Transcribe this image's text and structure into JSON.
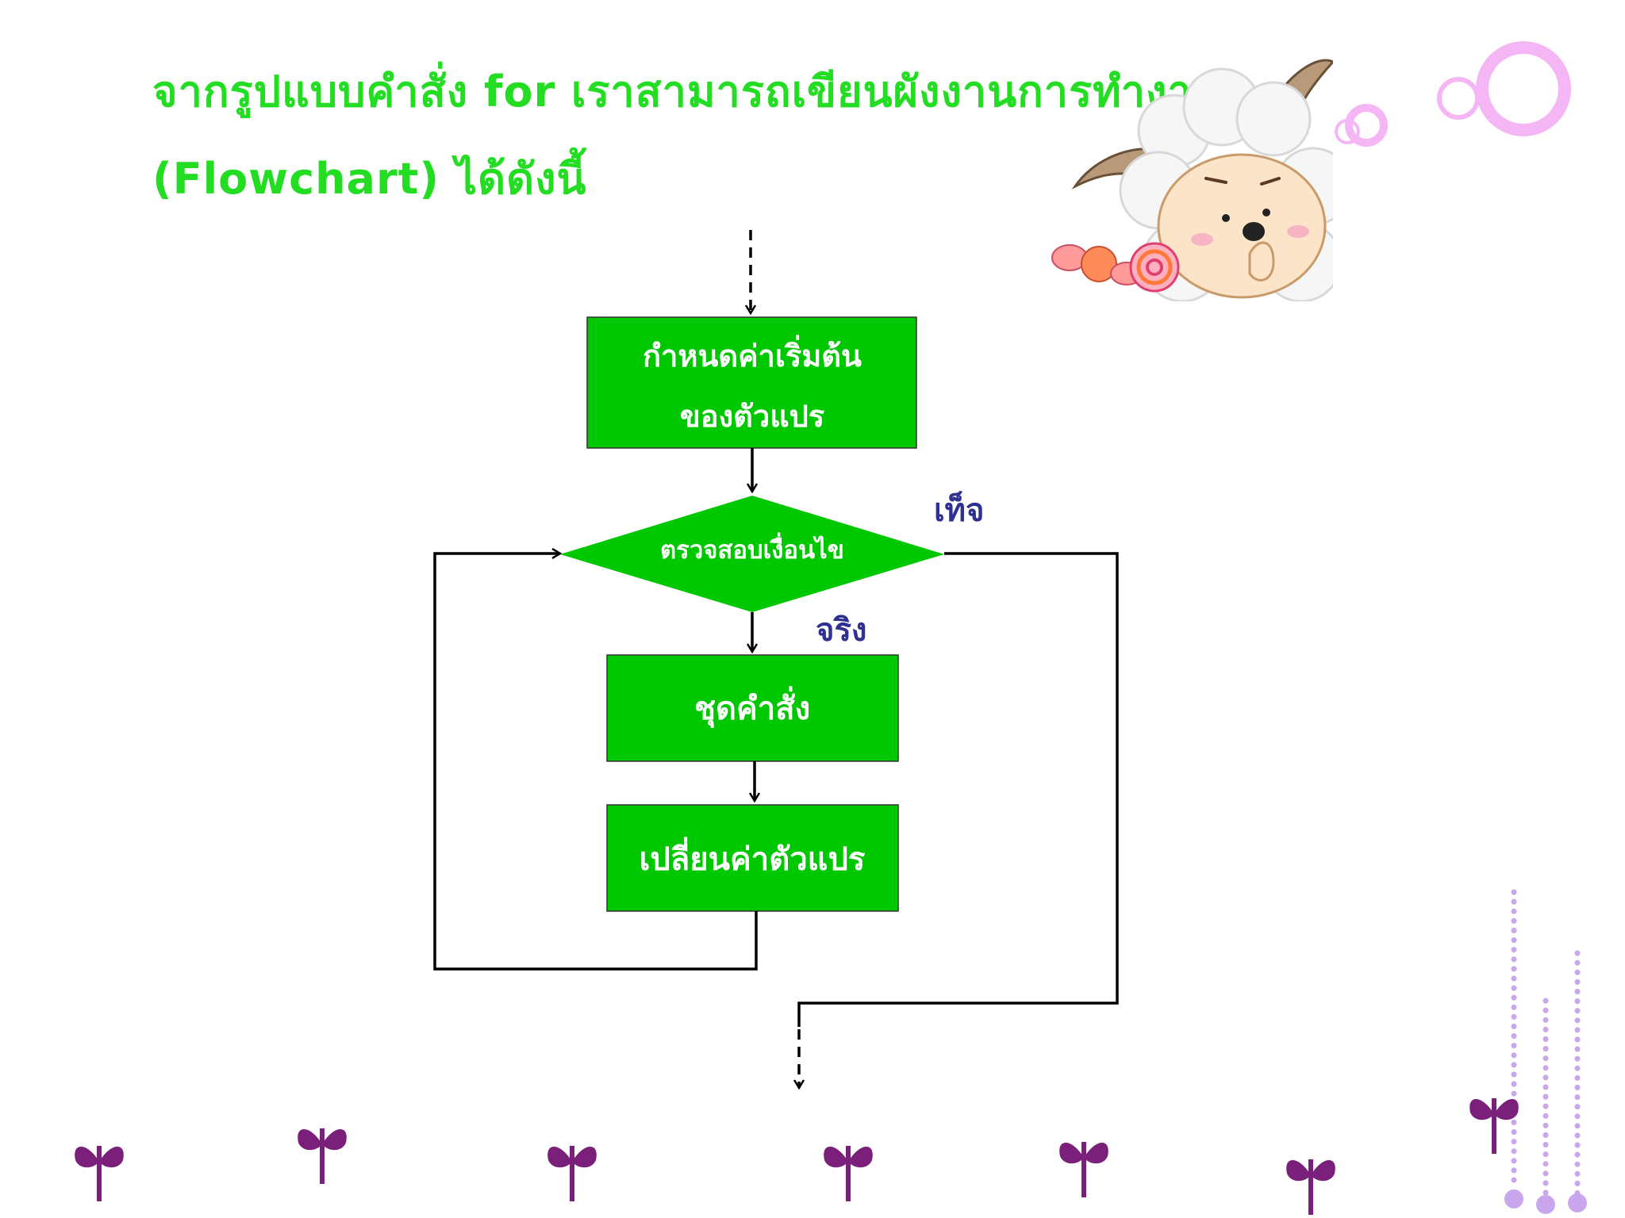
{
  "slide": {
    "title_line_1": "จากรูปแบบคำสั่ง for เราสามารถเขียนผังงานการทำงาน",
    "title_line_2": "(Flowchart) ได้ดังนี้"
  },
  "flowchart": {
    "init_line_1": "กำหนดค่าเริ่มต้น",
    "init_line_2": "ของตัวแปร",
    "condition": "ตรวจสอบเงื่อนไข",
    "true_label": "จริง",
    "false_label": "เท็จ",
    "statements": "ชุดคำสั่ง",
    "update": "เปลี่ยนค่าตัวแปร"
  },
  "colors": {
    "title": "#22dd22",
    "shape_fill": "#00c800",
    "shape_text": "#ffffff",
    "branch_label": "#2e3192",
    "sprout": "#7a1f7a",
    "dots": "#c9a6ee",
    "bubbles": "#f4b6f4"
  },
  "decorations": {
    "mascot": "cartoon-sheep-with-candy",
    "sprout_icon": "sprout-icon",
    "bubble_icon": "bubble-icon"
  }
}
